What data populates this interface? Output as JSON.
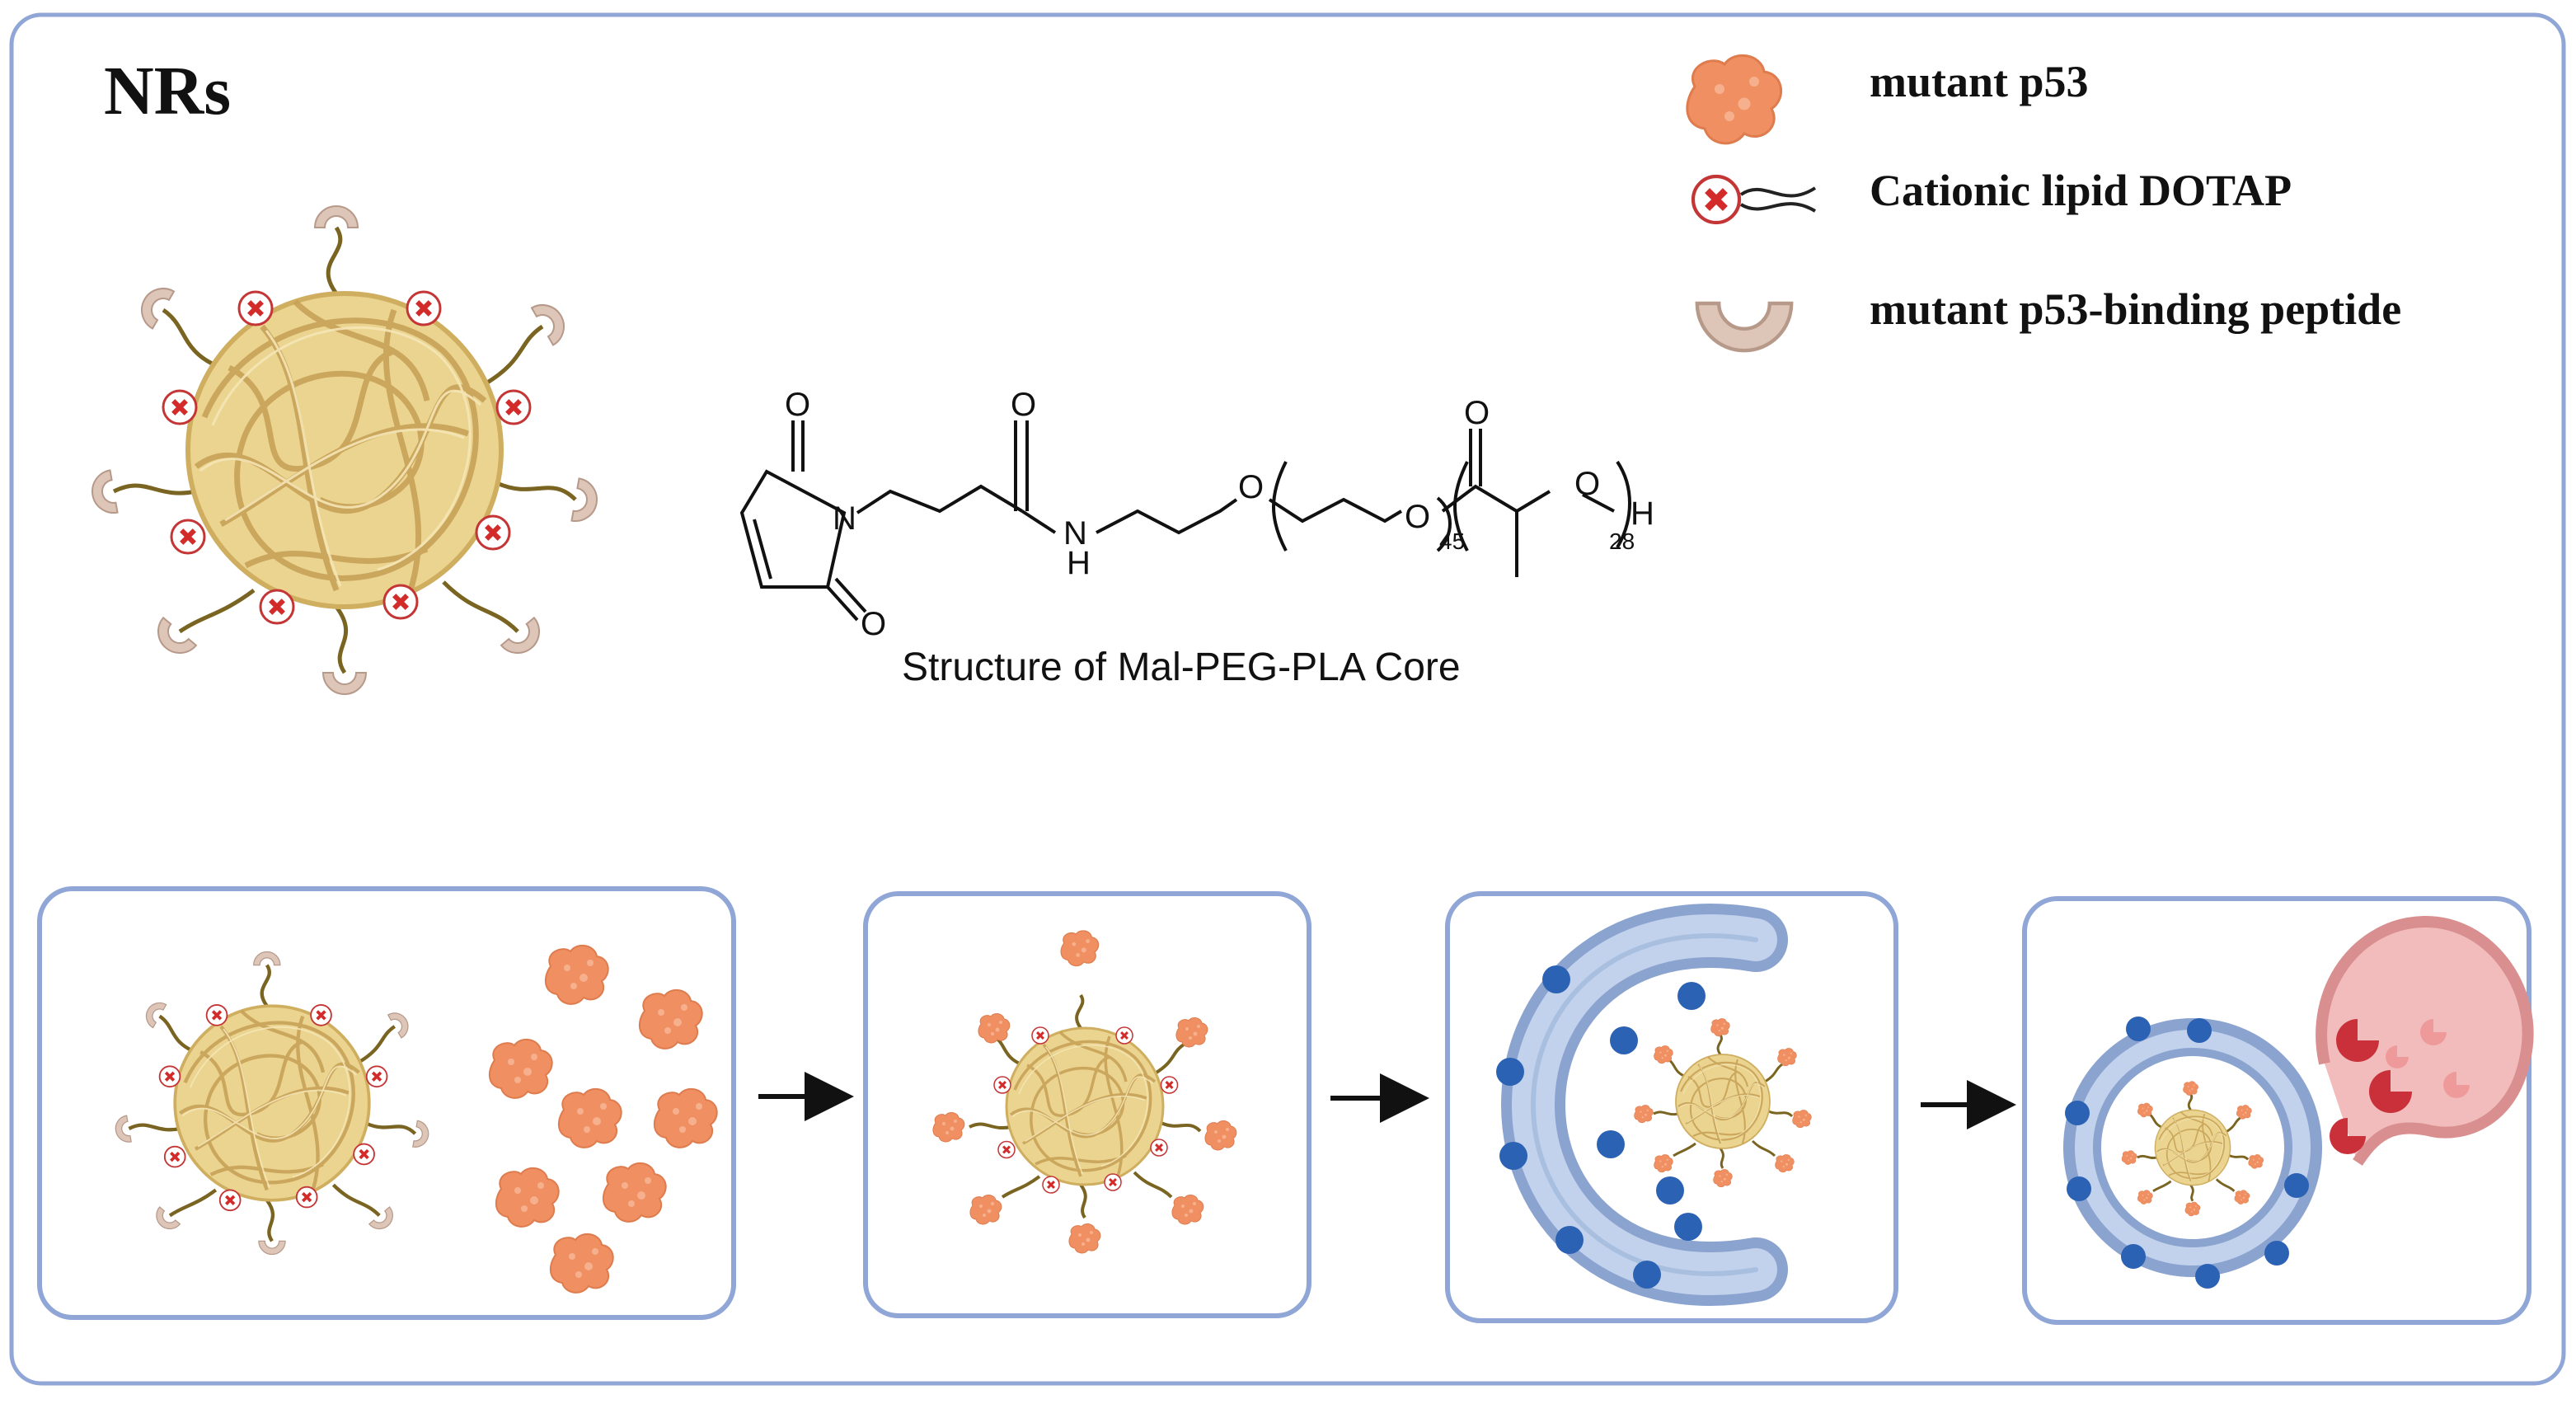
{
  "title": "NRs",
  "legend": [
    {
      "icon": "mutant-p53-protein-icon",
      "label": "mutant p53"
    },
    {
      "icon": "cationic-lipid-icon",
      "label": "Cationic lipid DOTAP"
    },
    {
      "icon": "binding-peptide-icon",
      "label": "mutant p53-binding peptide"
    }
  ],
  "structure": {
    "caption": "Structure of Mal-PEG-PLA Core",
    "atoms": {
      "O": "O",
      "N": "N",
      "H": "H"
    },
    "sub_peg": "45",
    "sub_pla": "28"
  },
  "colors": {
    "border": "#8fa6d6",
    "core_fill": "#e8d18c",
    "core_strand": "#c9a558",
    "lipid": "#d32a2a",
    "peptide": "#d9c2b3",
    "protein": "#ef8f62",
    "membrane": "#a9bfe0",
    "receptor": "#2c62b4",
    "lysosome": "#f0b6b6"
  }
}
